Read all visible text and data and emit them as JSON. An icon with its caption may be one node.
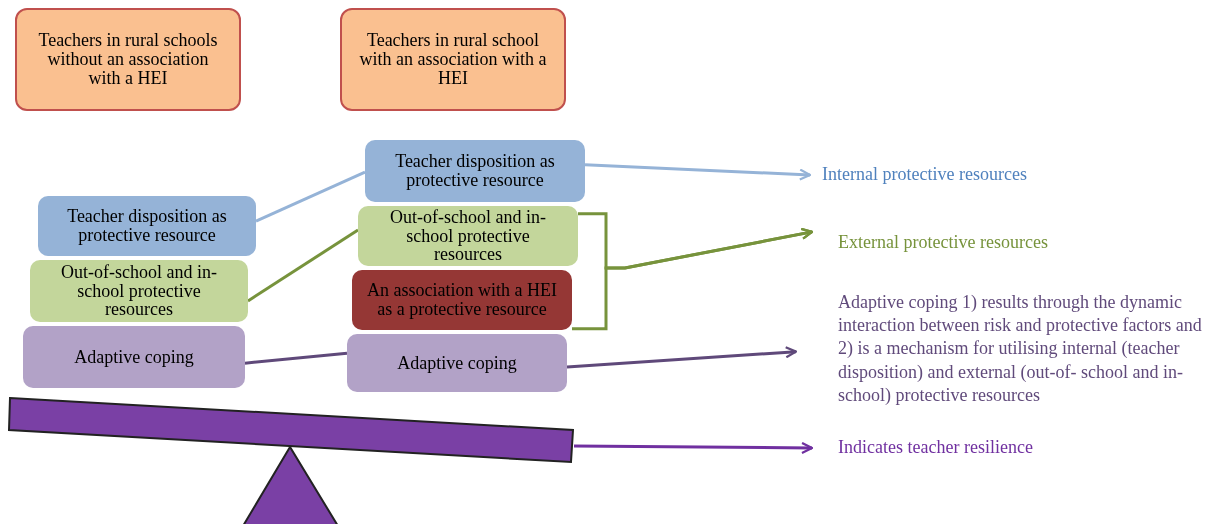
{
  "diagram": {
    "nodes": [
      {
        "text": [
          "Teachers in rural schools without an association with a HEI"
        ]
      },
      {
        "text": [
          "Teachers in rural school with an association with a HEI"
        ]
      },
      {
        "text": [
          "Teacher disposition as protective resource"
        ]
      },
      {
        "text": [
          "Out-of-school and in-school protective resources"
        ]
      },
      {
        "text": [
          "Adaptive coping"
        ]
      },
      {
        "text": [
          "Teacher disposition as protective resource"
        ]
      },
      {
        "text": [
          "Out-of-school and in-school protective resources"
        ]
      },
      {
        "text": [
          "An association with a HEI as a protective resource"
        ]
      },
      {
        "text": [
          "Adaptive coping"
        ]
      },
      {
        "text": [],
        "shape": "bar"
      },
      {
        "text": [
          "Internal protective resources"
        ]
      },
      {
        "text": [
          "External protective resources"
        ]
      },
      {
        "text": [
          "Adaptive coping 1) results through the dynamic interaction between risk and protective factors and 2) is a mechanism for utilising internal (teacher disposition) and external (out-of- school and in-school) protective resources"
        ]
      },
      {
        "text": [
          "Indicates teacher resilience"
        ]
      }
    ],
    "edges": [
      {
        "from": 2,
        "to": 5,
        "arrow": "none",
        "color": "#95b3d7"
      },
      {
        "from": 3,
        "to": 6,
        "arrow": "none",
        "color": "#77933c"
      },
      {
        "from": 4,
        "to": 8,
        "arrow": "none",
        "color": "#5f497a"
      },
      {
        "from": 5,
        "to": 10,
        "arrow": "to",
        "color": "#95b3d7"
      },
      {
        "from": 6,
        "to": 11,
        "arrow": "to",
        "color": "#77933c"
      },
      {
        "from": 7,
        "to": 11,
        "arrow": "to",
        "color": "#77933c"
      },
      {
        "from": 8,
        "to": 12,
        "arrow": "to",
        "color": "#5f497a"
      },
      {
        "from": 9,
        "to": 13,
        "arrow": "to",
        "color": "#7030a0"
      }
    ]
  }
}
